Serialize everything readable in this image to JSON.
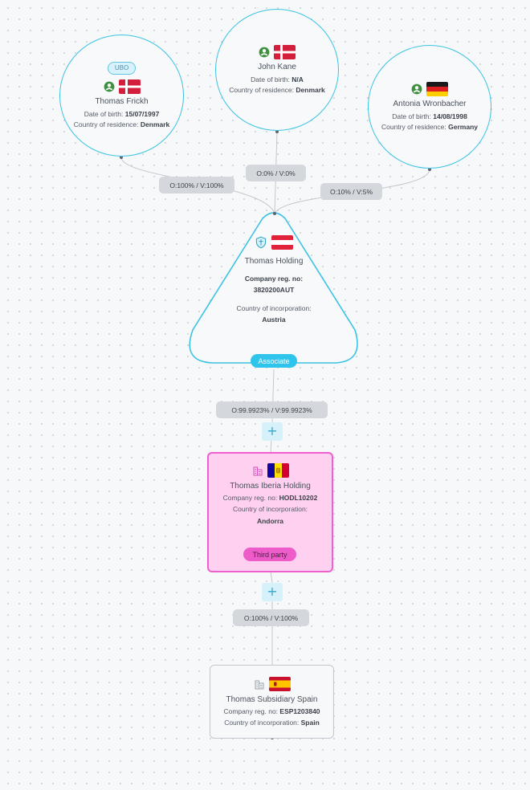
{
  "colors": {
    "accent": "#3cc3e3",
    "edge": "#c3c7cd",
    "third_party_fill": "#ffd0ef",
    "third_party_border": "#f05fcf",
    "associate_badge": "#2fc4ec"
  },
  "nodes": {
    "thomas_frickh": {
      "badge": "UBO",
      "icon": "person-icon",
      "flag": "denmark",
      "name": "Thomas Frickh",
      "dob_label": "Date of birth:",
      "dob_value": "15/07/1997",
      "country_label": "Country of residence:",
      "country_value": "Denmark"
    },
    "john_kane": {
      "icon": "person-icon",
      "flag": "denmark",
      "name": "John Kane",
      "dob_label": "Date of birth:",
      "dob_value": "N/A",
      "country_label": "Country of residence:",
      "country_value": "Denmark"
    },
    "antonia_wronbacher": {
      "icon": "person-icon",
      "flag": "germany",
      "name": "Antonia Wronbacher",
      "dob_label": "Date of birth:",
      "dob_value": "14/08/1998",
      "country_label": "Country of residence:",
      "country_value": "Germany"
    },
    "thomas_holding": {
      "icon": "shield-icon",
      "flag": "austria",
      "name": "Thomas Holding",
      "reg_label": "Company reg. no:",
      "reg_value": "3820200AUT",
      "country_label": "Country of incorporation:",
      "country_value": "Austria",
      "badge": "Associate"
    },
    "thomas_iberia_holding": {
      "icon": "building-icon",
      "flag": "andorra",
      "name": "Thomas Iberia Holding",
      "reg_label": "Company reg. no:",
      "reg_value": "HODL10202",
      "country_label": "Country of incorporation:",
      "country_value": "Andorra",
      "badge": "Third party"
    },
    "thomas_subsidiary_spain": {
      "icon": "building-icon",
      "flag": "spain",
      "name": "Thomas Subsidiary Spain",
      "reg_label": "Company reg. no:",
      "reg_value": "ESP1203840",
      "country_label": "Country of incorporation:",
      "country_value": "Spain"
    }
  },
  "edges": [
    {
      "from": "thomas_frickh",
      "to": "thomas_holding",
      "label": "O:100% / V:100%"
    },
    {
      "from": "john_kane",
      "to": "thomas_holding",
      "label": "O:0% / V:0%"
    },
    {
      "from": "antonia_wronbacher",
      "to": "thomas_holding",
      "label": "O:10% / V:5%"
    },
    {
      "from": "thomas_holding",
      "to": "thomas_iberia_holding",
      "label": "O:99.9923% / V:99.9923%"
    },
    {
      "from": "thomas_iberia_holding",
      "to": "thomas_subsidiary_spain",
      "label": "O:100% / V:100%"
    }
  ],
  "controls": {
    "add_symbol": "+"
  }
}
